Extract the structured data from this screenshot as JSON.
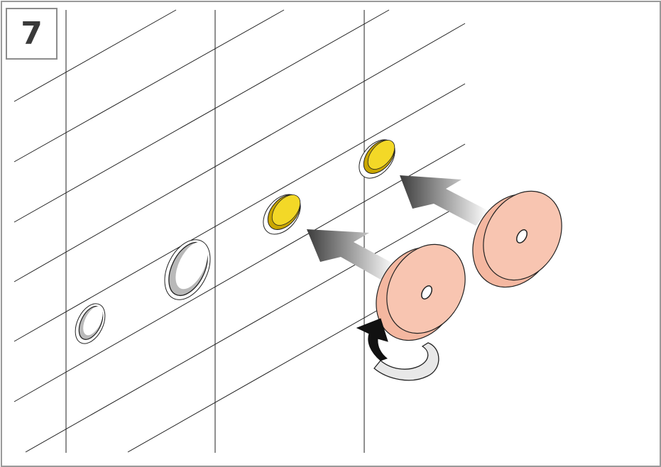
{
  "step": {
    "number": "7"
  },
  "colors": {
    "frame": "#9a9a9a",
    "wall_line": "#222222",
    "hole_fill": "#b9b9b9",
    "cap_yellow": "#f3d827",
    "cap_yellow_edge": "#c9a600",
    "washer": "#f8c5b1",
    "washer_edge": "#f0a88f",
    "arrow_dark": "#3c3c3c",
    "arrow_light": "#ffffff"
  },
  "icons": {
    "insert_arrow": "right-to-left-gradient-arrow",
    "rotate_arrow": "curved-rotation-arrow"
  }
}
